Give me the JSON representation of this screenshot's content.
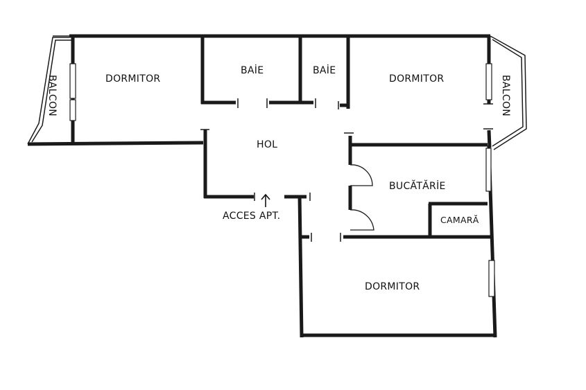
{
  "rooms": {
    "dormitor_left": "DORMITOR",
    "baie_1": "BAİE",
    "baie_2": "BAİE",
    "dormitor_right": "DORMITOR",
    "hol": "HOL",
    "bucatarie": "BUCĂTĂRİE",
    "camara": "CAMARĂ",
    "dormitor_bottom": "DORMITOR"
  },
  "balconies": {
    "left": "BALCON",
    "right": "BALCON"
  },
  "entrance": {
    "label": "ACCES APT.",
    "arrow_icon": "arrow-up-icon"
  }
}
